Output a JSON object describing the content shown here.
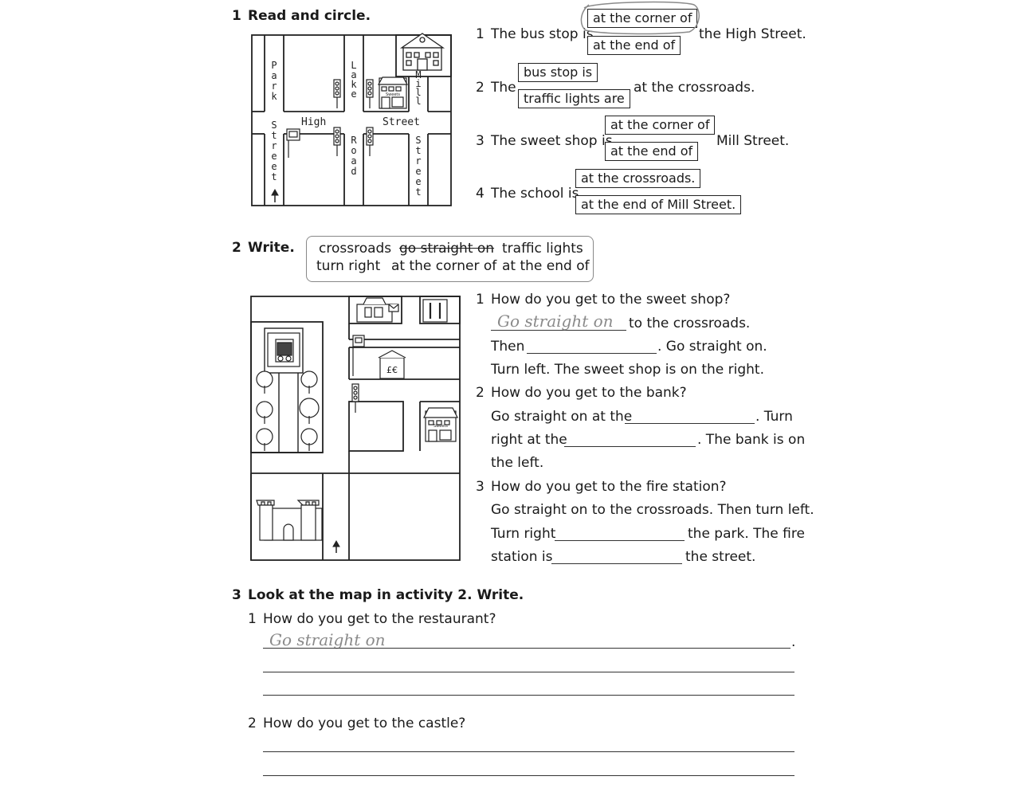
{
  "activity1": {
    "number": "1",
    "title": "Read and circle.",
    "map_labels": {
      "park_street": [
        "P",
        "a",
        "r",
        "k"
      ],
      "park_street2": [
        "S",
        "t",
        "r",
        "e",
        "e",
        "t"
      ],
      "lake": [
        "L",
        "a",
        "k",
        "e"
      ],
      "road": [
        "R",
        "o",
        "a",
        "d"
      ],
      "mill": [
        "M",
        "i",
        "l",
        "l"
      ],
      "mill_street": [
        "S",
        "t",
        "r",
        "e",
        "e",
        "t"
      ],
      "high": "High",
      "street": "Street",
      "shop_sign": "Sweets"
    },
    "questions": [
      {
        "num": "1",
        "pre": "The bus stop is",
        "options": [
          "at the corner of",
          "at the end of"
        ],
        "post": "the High Street.",
        "circled": 0
      },
      {
        "num": "2",
        "pre": "The",
        "options": [
          "bus stop is",
          "traffic lights are"
        ],
        "post": "at the crossroads."
      },
      {
        "num": "3",
        "pre": "The sweet shop is",
        "options": [
          "at the corner of",
          "at the end of"
        ],
        "post": "Mill Street."
      },
      {
        "num": "4",
        "pre": "The school is",
        "options": [
          "at the crossroads.",
          "at the end of Mill Street."
        ],
        "post": ""
      }
    ]
  },
  "activity2": {
    "number": "2",
    "title": "Write.",
    "word_bank": [
      "crossroads",
      "go straight on",
      "traffic lights",
      "turn right",
      "at the corner of",
      "at the end of"
    ],
    "crossed_word": "go straight on",
    "map_labels": {
      "bank_sign": "£€",
      "shop_sign": "Sweets"
    },
    "q1": {
      "num": "1",
      "question": "How do you get to the sweet shop?",
      "answer": "Go straight on",
      "l1_post": "to the crossroads.",
      "l2_pre": "Then",
      "l2_post": ". Go straight on.",
      "l3": "Turn left. The sweet shop is on the right."
    },
    "q2": {
      "num": "2",
      "question": "How do you get to the bank?",
      "l1_pre": "Go straight on at the",
      "l1_post": ". Turn",
      "l2_pre": "right at the",
      "l2_post": ". The bank is on",
      "l3": "the left."
    },
    "q3": {
      "num": "3",
      "question": "How do you get to the fire station?",
      "l1": "Go straight on to the crossroads. Then turn left.",
      "l2_pre": "Turn right",
      "l2_post": "the park. The fire",
      "l3_pre": "station is",
      "l3_post": "the street."
    }
  },
  "activity3": {
    "number": "3",
    "title": "Look at the map in activity 2. Write.",
    "q1": {
      "num": "1",
      "question": "How do you get to the restaurant?",
      "answer": "Go straight on",
      "end": "."
    },
    "q2": {
      "num": "2",
      "question": "How do you get to the castle?"
    }
  }
}
